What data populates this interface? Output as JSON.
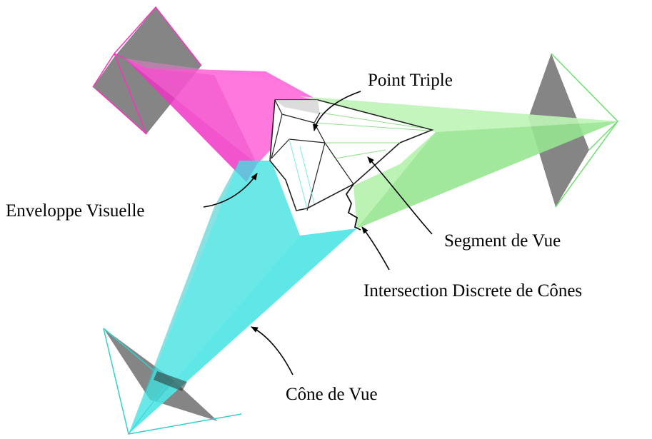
{
  "labels": {
    "point_triple": "Point Triple",
    "enveloppe_visuelle": "Enveloppe Visuelle",
    "segment_de_vue": "Segment de Vue",
    "intersection_discrete": "Intersection Discrete de Cônes",
    "cone_de_vue": "Cône de Vue"
  },
  "colors": {
    "magenta_cone": "#ff40d0",
    "green_cone": "#a8f0a0",
    "cyan_cone": "#40e0e0",
    "image_plane": "#707070",
    "hull": "#ffffff"
  }
}
